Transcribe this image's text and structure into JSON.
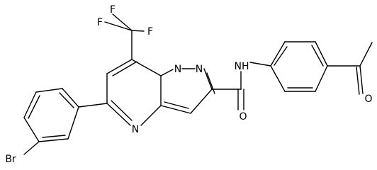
{
  "atoms": {
    "f_top": "F",
    "f_left": "F",
    "f_right": "F",
    "n_pyrazole_left": "N",
    "n_pyrazole_right": "N",
    "n_pyrimidine": "N",
    "nh_amide": "NH",
    "o_amide": "O",
    "o_ketone": "O",
    "br": "Br"
  },
  "colors": {
    "bond": "#000000",
    "text": "#000000",
    "background": "#ffffff"
  }
}
